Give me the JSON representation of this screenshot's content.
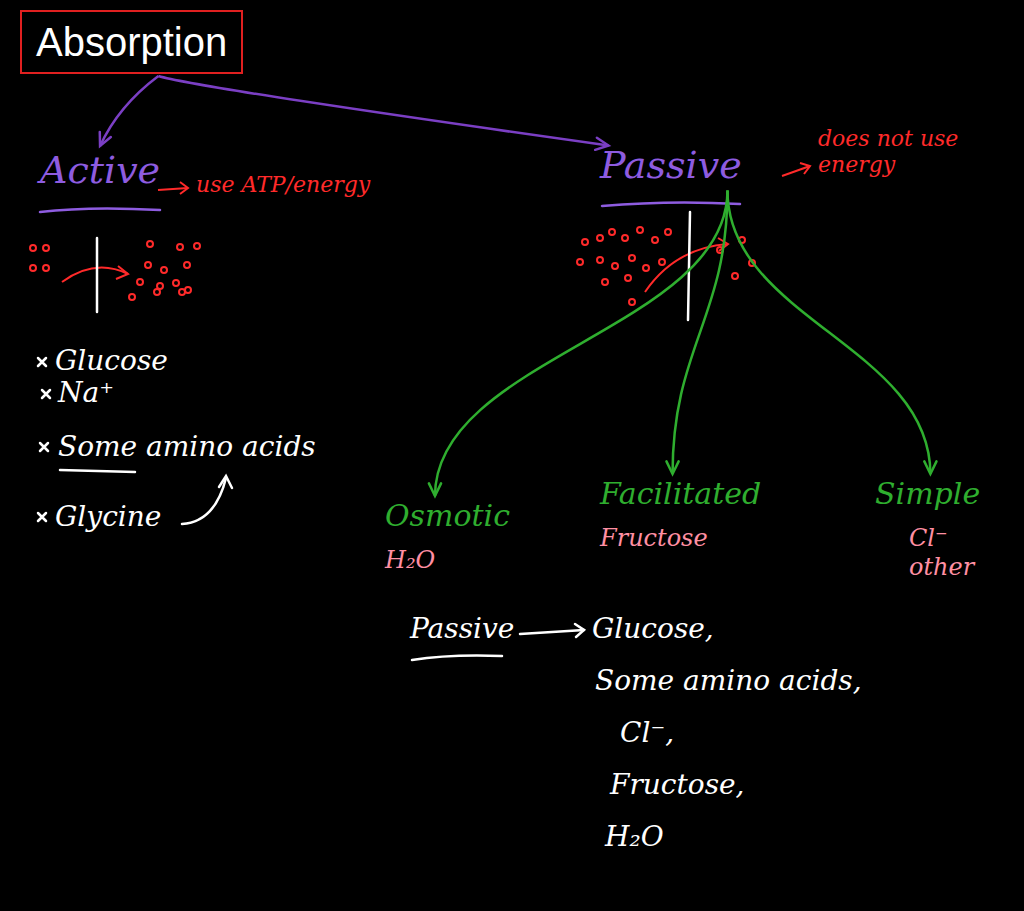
{
  "diagram": {
    "nodes": [
      {
        "text": [
          "Absorption"
        ]
      },
      {
        "text": [
          "Active"
        ]
      },
      {
        "text": [
          "Passive"
        ]
      },
      {
        "text": [
          "Osmotic",
          "H₂O"
        ]
      },
      {
        "text": [
          "Facilitated",
          "Fructose"
        ]
      },
      {
        "text": [
          "Simple",
          "Cl⁻ other"
        ]
      }
    ],
    "edges": [
      {
        "from": 0,
        "to": 1,
        "arrow": "to"
      },
      {
        "from": 0,
        "to": 2,
        "arrow": "to"
      },
      {
        "from": 2,
        "to": 3,
        "arrow": "to"
      },
      {
        "from": 2,
        "to": 4,
        "arrow": "to"
      },
      {
        "from": 2,
        "to": 5,
        "arrow": "to"
      }
    ],
    "labels": [
      "use ATP/energy",
      "does not use energy",
      "Glucose",
      "Na⁺",
      "Some amino acids",
      "Glycine",
      "Passive",
      "Glucose,",
      "Some amino acids,",
      "Cl⁻,",
      "Fructose,",
      "H₂O"
    ]
  }
}
